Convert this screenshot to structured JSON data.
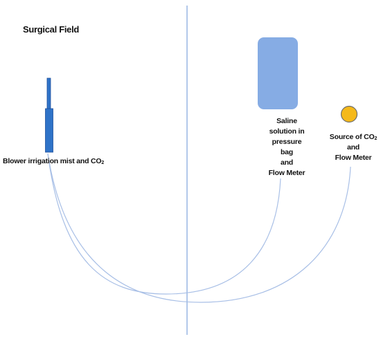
{
  "title": "Surgical Field",
  "blower": {
    "label_main": "Blower irrigation mist and CO",
    "label_sub": "2"
  },
  "saline": {
    "lines": [
      "Saline",
      "solution in",
      "pressure",
      "bag",
      "and",
      "Flow Meter"
    ]
  },
  "co2_source": {
    "line1_main": "Source of CO",
    "line1_sub": "2",
    "lines": [
      "and",
      "Flow Meter"
    ]
  },
  "colors": {
    "divider": "#7fa3dc",
    "tubing": "#a8bfe6",
    "pressure_bag": "#86ace4",
    "blower_device": "#2f73c8",
    "blower_outline": "#1e4f9c",
    "co2_source_fill": "#f5b91a",
    "co2_source_stroke": "#6e6e6e",
    "text": "#111111"
  }
}
